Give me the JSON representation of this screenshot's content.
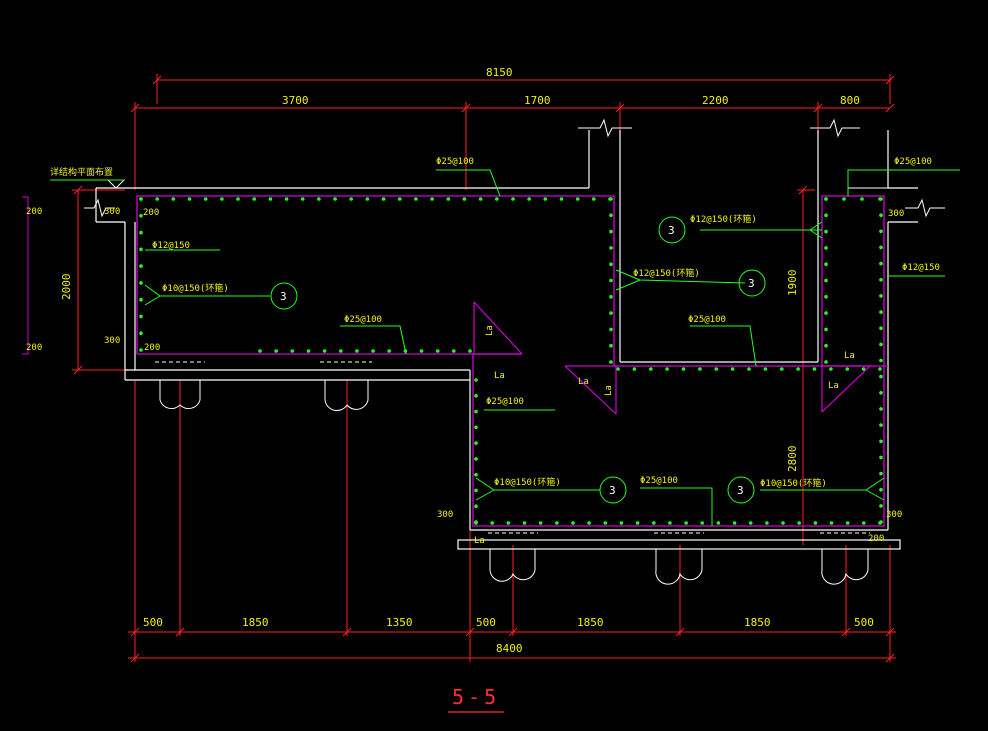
{
  "colors": {
    "background": "#000000",
    "concrete_outline": "#ffffff",
    "dimension": "#ff2020",
    "rebar_cage": "#d000d0",
    "rebar_dot": "#22ff22",
    "leader": "#22ff22",
    "text": "#f3f300"
  },
  "title": "5-5",
  "top_dims": {
    "overall": "8150",
    "segments": [
      "3700",
      "1700",
      "2200",
      "800"
    ]
  },
  "bottom_dims": {
    "overall": "8400",
    "segments": [
      "500",
      "1850",
      "1350",
      "500",
      "1850",
      "1850",
      "500"
    ]
  },
  "left_dims": {
    "outer": [
      "200",
      "200"
    ],
    "height": "2000",
    "thickness": "300"
  },
  "right_dims": {
    "upper": "1900",
    "lower": "2800"
  },
  "wall_labels": {
    "left_top": "300",
    "right_top": "300",
    "slab_200_a": "200",
    "slab_200_b": "200",
    "slab_200_c": "200",
    "bottom_300_left": "300",
    "bottom_300_right": "300"
  },
  "site_note": "详结构平面布置",
  "rebar_labels": {
    "top_slab": "Φ25@100",
    "right_top": "Φ25@100",
    "left_wall": "Φ12@150",
    "left_hoop": "Φ10@150(环箍)",
    "left_bottom": "Φ25@100",
    "pit_wall_top": "Φ12@150(环箍)",
    "pit_wall_mid": "Φ12@150(环箍)",
    "pit_bottom": "Φ25@100",
    "right_wall": "Φ12@150",
    "lower_left": "Φ25@100",
    "lower_hoop_left": "Φ10@150(环箍)",
    "lower_bottom": "Φ25@100",
    "lower_hoop_right": "Φ10@150(环箍)"
  },
  "callouts": [
    "3",
    "3",
    "3",
    "3",
    "3"
  ],
  "anchorage_label": "La"
}
